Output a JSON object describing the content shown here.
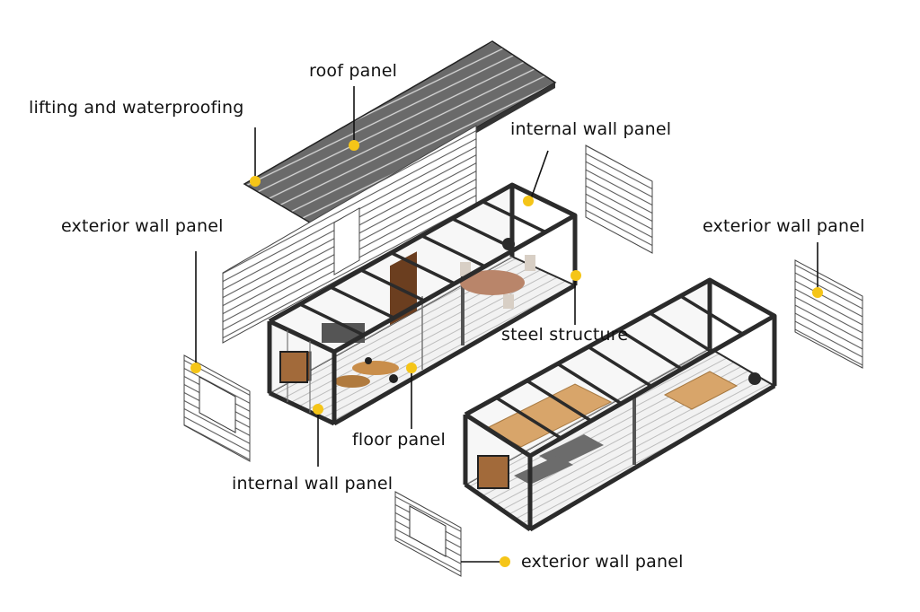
{
  "colors": {
    "marker": "#f5c518",
    "steel": "#2b2b2b",
    "roof": "#5f5f5f",
    "floor_wood": "#d8a56a",
    "line": "#111111"
  },
  "labels": {
    "roof_panel": "roof panel",
    "lifting_waterproofing": "lifting and waterproofing",
    "internal_wall_panel_top": "internal wall panel",
    "exterior_wall_panel_left": "exterior wall panel",
    "exterior_wall_panel_right": "exterior wall panel",
    "steel_structure": "steel structure",
    "floor_panel": "floor panel",
    "internal_wall_panel_bottom": "internal wall panel",
    "exterior_wall_panel_bottom": "exterior wall panel"
  }
}
